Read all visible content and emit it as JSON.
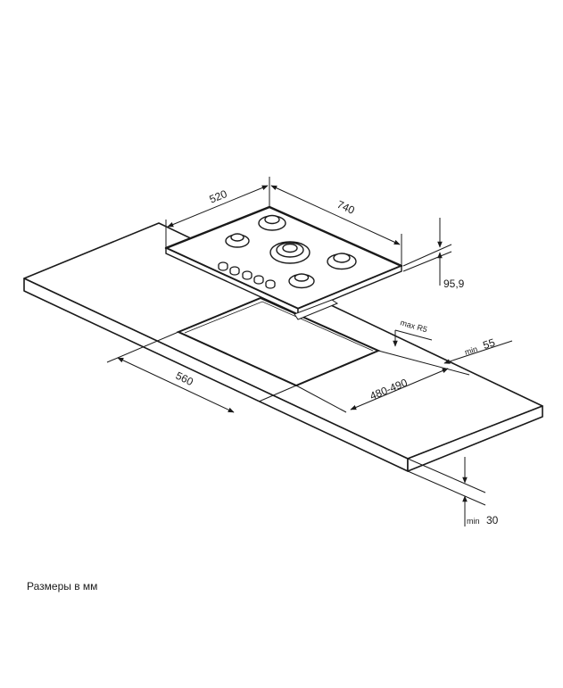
{
  "dimensions": {
    "hob_depth": "520",
    "hob_width": "740",
    "hob_height": "95,9",
    "cutout_width": "560",
    "cutout_depth": "480-490",
    "corner_radius": "max R5",
    "rear_clearance_label": "min",
    "rear_clearance_value": "55",
    "worktop_thickness_label": "min",
    "worktop_thickness_value": "30"
  },
  "caption": "Размеры в мм"
}
